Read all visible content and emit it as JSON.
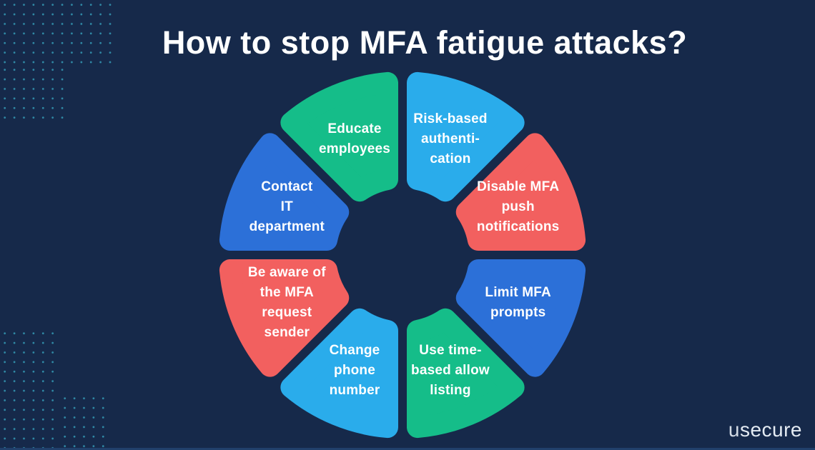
{
  "page": {
    "title": "How to stop MFA fatigue attacks?"
  },
  "colors": {
    "background": "#16294A",
    "green": "#15BD89",
    "light_blue": "#2AACEB",
    "red": "#F2605F",
    "blue": "#2C70D8",
    "dot": "#37A3BE",
    "label_text": "#FFFFFF",
    "logo_text": "#E4EBF3"
  },
  "diagram": {
    "segments": [
      {
        "label_lines": [
          "Risk-based",
          "authenti-",
          "cation"
        ],
        "color_key": "light_blue"
      },
      {
        "label_lines": [
          "Disable MFA",
          "push",
          "notifications"
        ],
        "color_key": "red"
      },
      {
        "label_lines": [
          "Limit MFA",
          "prompts"
        ],
        "color_key": "blue"
      },
      {
        "label_lines": [
          "Use time-",
          "based allow",
          "listing"
        ],
        "color_key": "green"
      },
      {
        "label_lines": [
          "Change",
          "phone",
          "number"
        ],
        "color_key": "light_blue"
      },
      {
        "label_lines": [
          "Be aware of",
          "the MFA",
          "request",
          "sender"
        ],
        "color_key": "red"
      },
      {
        "label_lines": [
          "Contact",
          "IT",
          "department"
        ],
        "color_key": "blue"
      },
      {
        "label_lines": [
          "Educate",
          "employees"
        ],
        "color_key": "green"
      }
    ]
  },
  "brand": {
    "logo_prefix": "u",
    "logo_suffix": "secure"
  }
}
